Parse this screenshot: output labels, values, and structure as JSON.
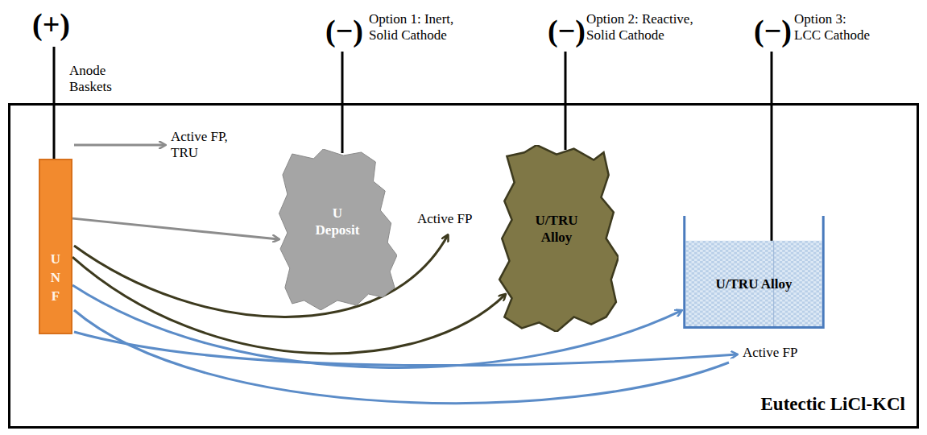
{
  "diagram": {
    "nodes": [
      {
        "text": [
          "Eutectic LiCl-KCl"
        ]
      },
      {
        "text": [
          "U N F"
        ],
        "in": 0
      },
      {
        "text": [
          "U Deposit"
        ],
        "in": 0
      },
      {
        "text": [
          "U/TRU Alloy"
        ],
        "in": 0
      },
      {
        "text": [
          "U/TRU Alloy"
        ],
        "in": 0
      }
    ],
    "edges": [
      {
        "from": 1,
        "to": 2,
        "arrow": "to"
      },
      {
        "from": 1,
        "to": 3,
        "arrow": "to"
      },
      {
        "from": 1,
        "to": 4,
        "arrow": "to"
      }
    ],
    "labels": [
      "(+)",
      "Anode Baskets",
      "(−)",
      "Option 1: Inert, Solid Cathode",
      "(−)",
      "Option 2: Reactive, Solid Cathode",
      "(−)",
      "Option 3: LCC Cathode",
      "Active FP, TRU",
      "Active FP",
      "Active FP"
    ]
  }
}
